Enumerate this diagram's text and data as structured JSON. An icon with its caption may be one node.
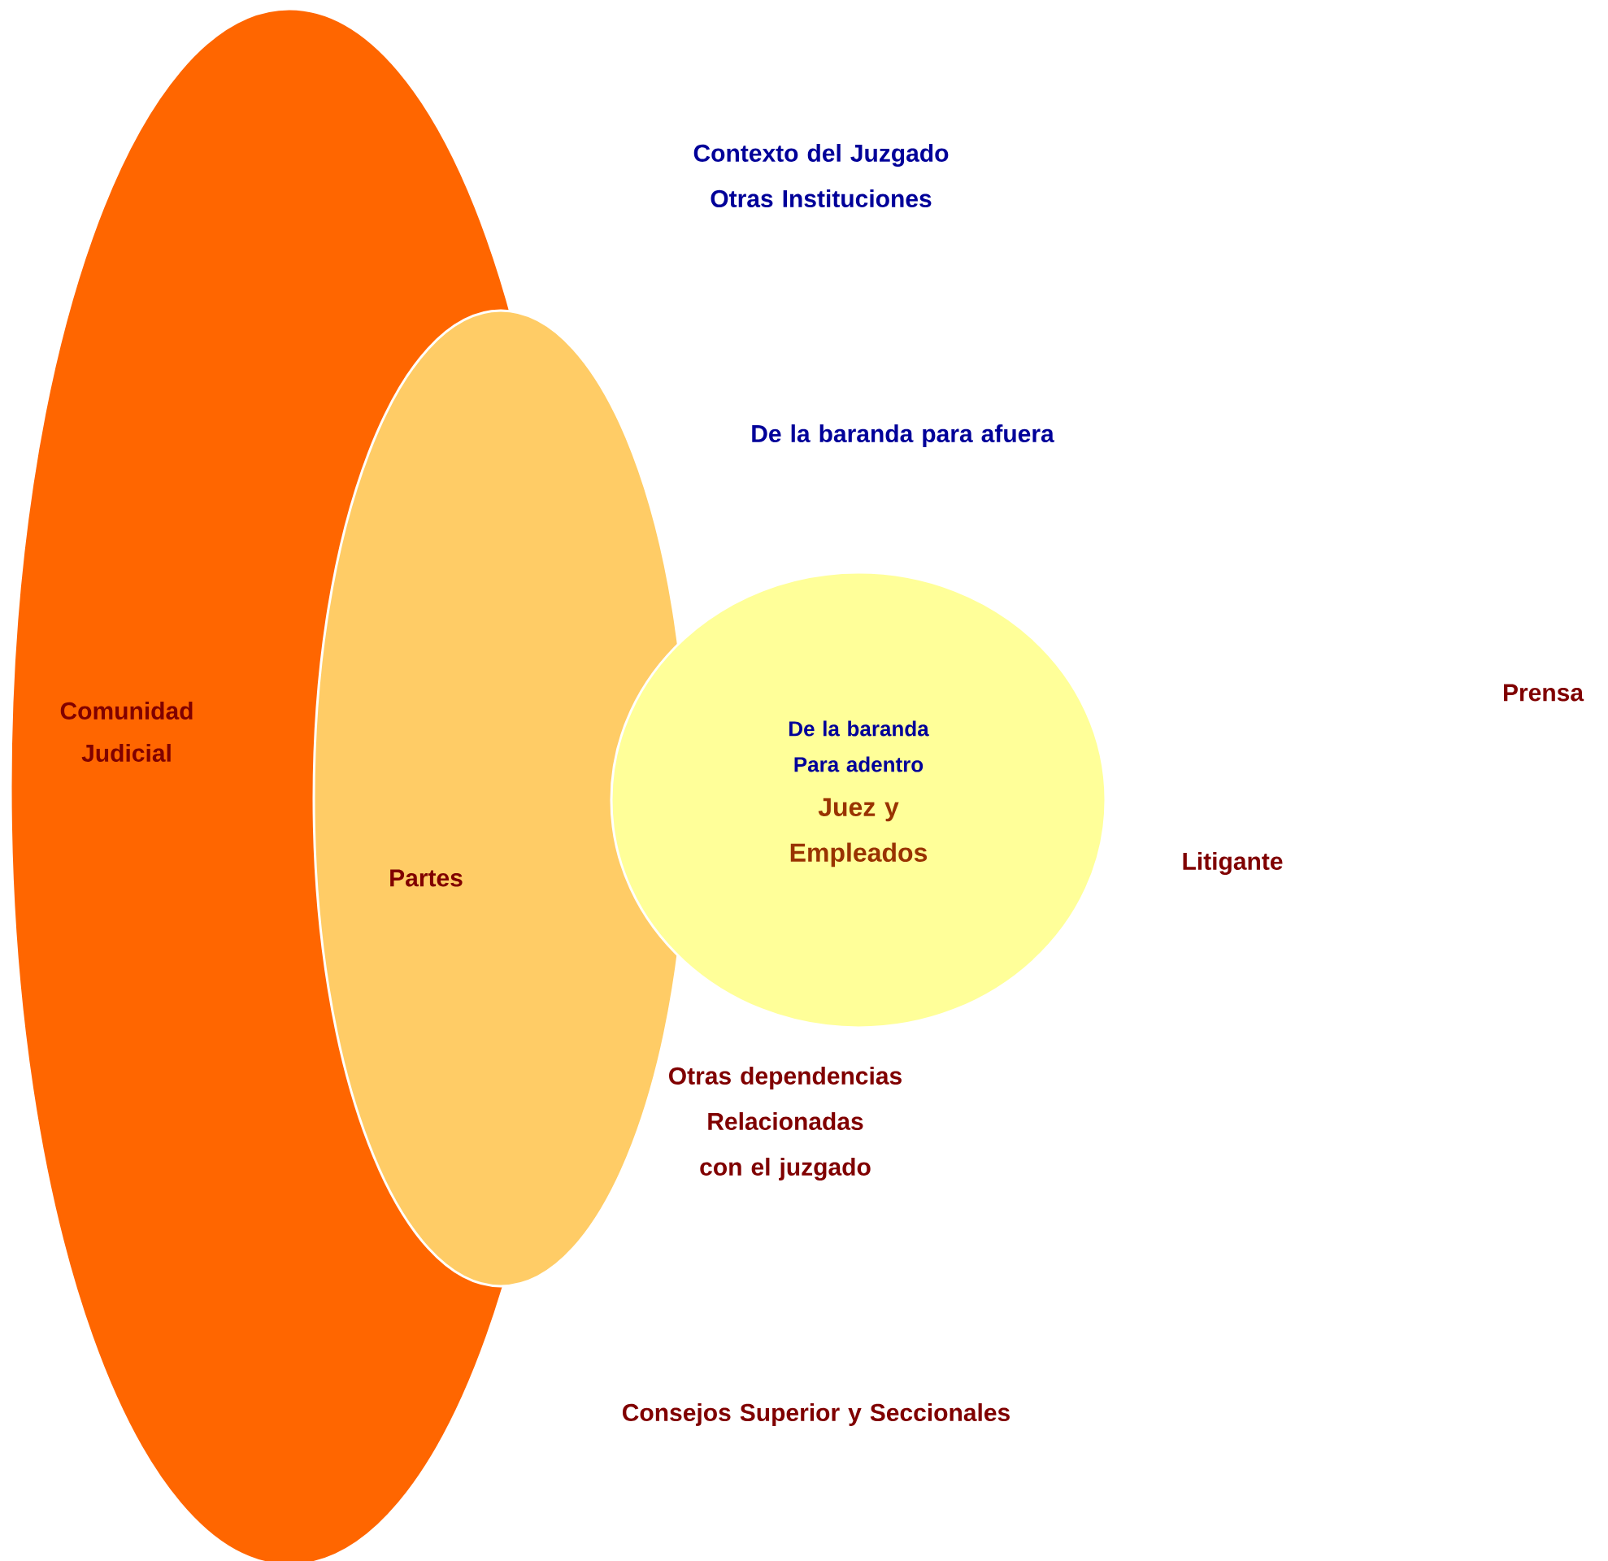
{
  "diagram": {
    "nodes": [
      {
        "text": [
          "Comunidad Judicial"
        ]
      },
      {
        "text": [
          "Partes"
        ]
      },
      {
        "text": [
          "De la baranda Para adentro",
          "Juez y Empleados"
        ]
      }
    ],
    "labels": [
      "Contexto del Juzgado Otras Instituciones",
      "De la baranda para afuera",
      "Prensa",
      "Litigante",
      "Otras dependencias Relacionadas con el juzgado",
      "Consejos Superior y Seccionales"
    ]
  }
}
